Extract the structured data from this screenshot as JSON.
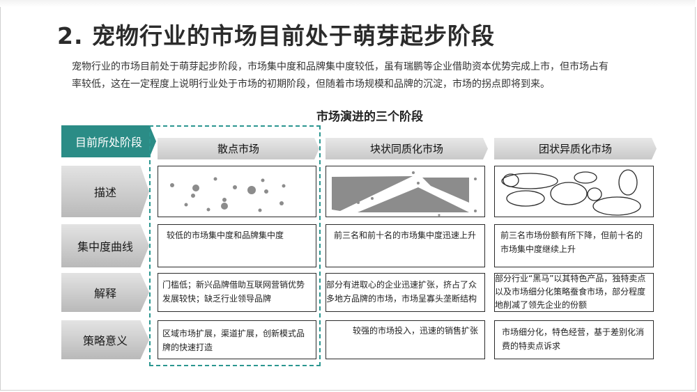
{
  "title": "2. 宠物行业的市场目前处于萌芽起步阶段",
  "intro": {
    "line1": "宠物行业的市场目前处于萌芽起步阶段，市场集中度和品牌集中度较低，虽有瑞鹏等企业借助资本优势完成上市，但市场占有",
    "line2": "率较低，这在一定程度上说明行业处于市场的初期阶段，但随着市场规模和品牌的沉淀，市场的拐点即将到来。"
  },
  "diagram_title": "市场演进的三个阶段",
  "row_labels": {
    "current_stage": "目前所处阶段",
    "describe": "描述",
    "concentration": "集中度曲线",
    "explain": "解释",
    "strategy": "策略意义"
  },
  "stages": [
    "散点市场",
    "块状同质化市场",
    "团状异质化市场"
  ],
  "concentration": [
    "较低的市场集中度和品牌集中度",
    "前三名和前十名的市场集中度迅速上升",
    "前三名市场份额有所下降，但前十名的市场集中度继续上升"
  ],
  "explain": [
    "门槛低；新兴品牌借助互联网营销优势发展较快；缺乏行业领导品牌",
    "部分有进取心的企业迅速扩张，挤占了众多地方品牌的市场，市场呈寡头垄断结构",
    "部分行业“黑马”以其特色产品，独特卖点以及市场细分化策略蚕食市场，部分程度地削减了领先企业的份额"
  ],
  "strategy": [
    "区域市场扩展，渠道扩展，创新模式品牌的快速打造",
    "较强的市场投入，迅速的销售扩张",
    "市场细分化，特色经营，基于差别化消费的特卖点诉求"
  ],
  "colors": {
    "accent": "#2b8c86",
    "dashed_border": "#2b9690",
    "shape_fill": "#8c8c8c"
  }
}
